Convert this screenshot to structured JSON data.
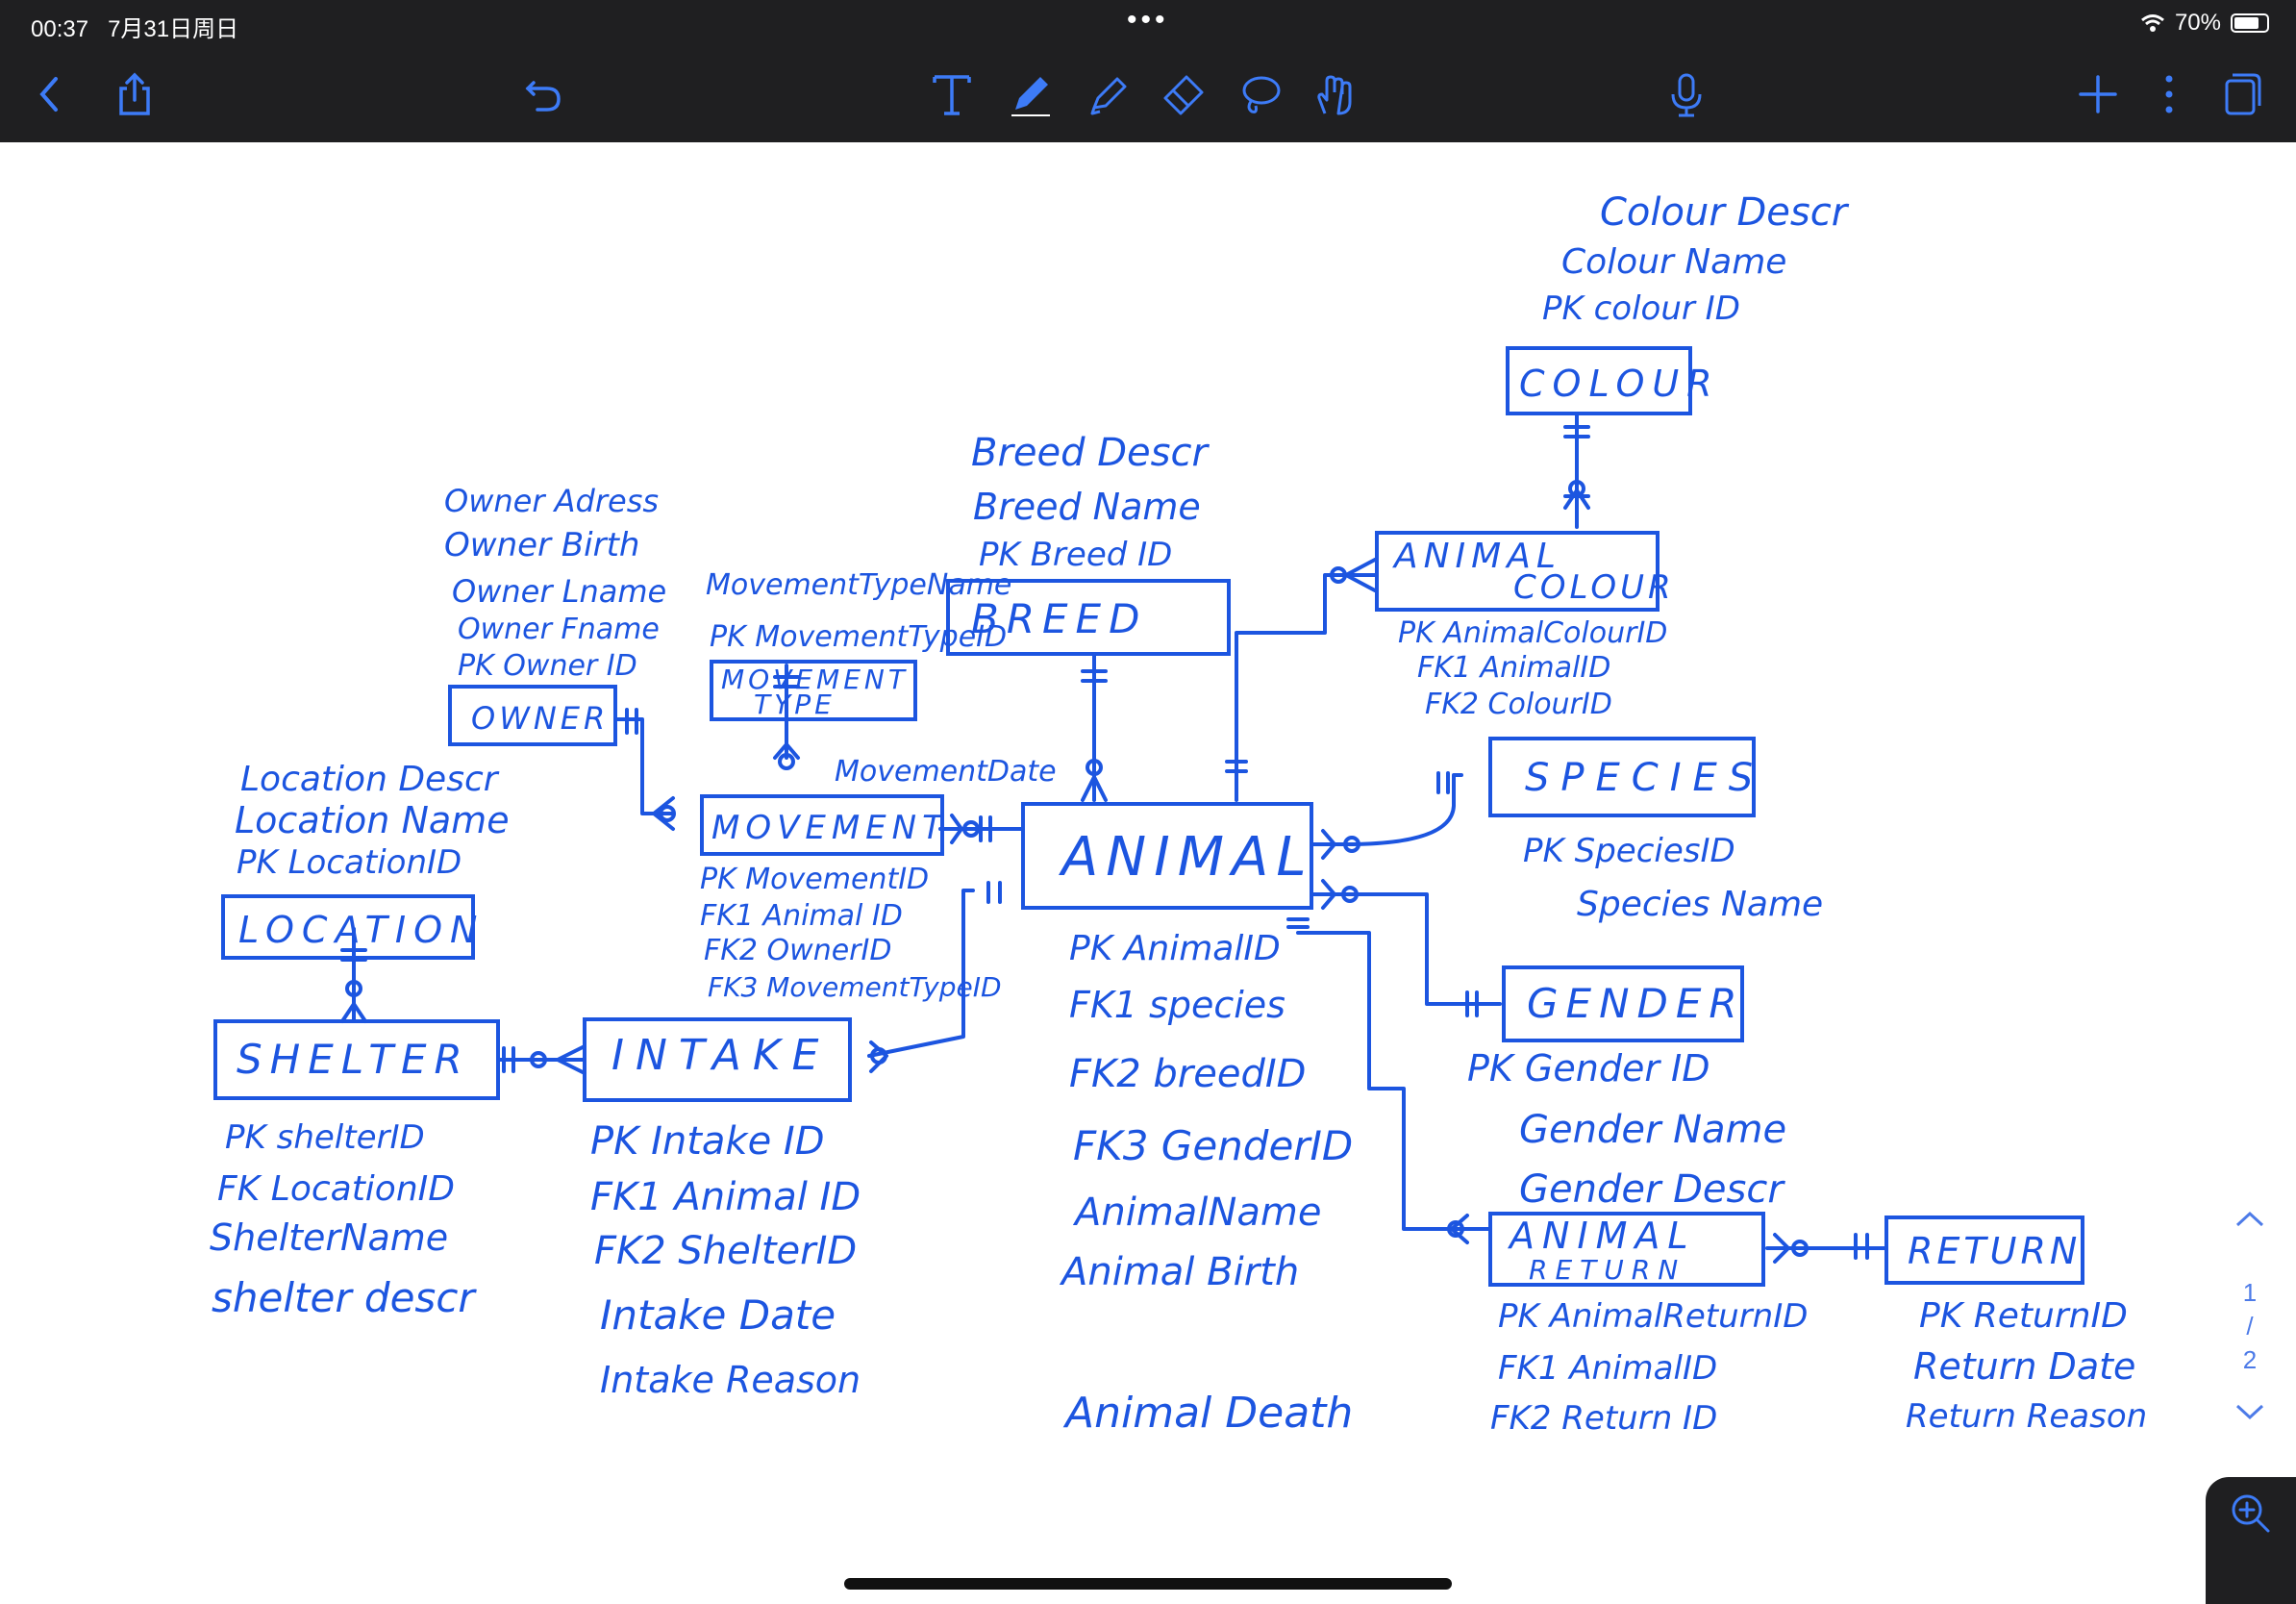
{
  "status_bar": {
    "time": "00:37",
    "date": "7月31日周日",
    "battery": "70%",
    "multitask_dots": "•••"
  },
  "toolbar": {
    "left": [
      "back-icon",
      "share-icon",
      "undo-icon"
    ],
    "tools": [
      "text-tool-icon",
      "pen-tool-icon",
      "highlighter-tool-icon",
      "eraser-tool-icon",
      "lasso-tool-icon",
      "hand-tool-icon"
    ],
    "right": [
      "microphone-icon",
      "add-icon",
      "more-icon",
      "pages-icon"
    ],
    "accent": "#1c55e0"
  },
  "pager": {
    "current": "1",
    "separator": "/",
    "total": "2"
  },
  "diagram": {
    "ink_color": "#1c55e0",
    "entities": {
      "colour": {
        "name": "COLOUR",
        "attrs": [
          "Colour Descr",
          "Colour Name",
          "PK colour ID"
        ]
      },
      "breed": {
        "name": "BREED",
        "attrs": [
          "Breed Descr",
          "Breed Name",
          "PK Breed ID"
        ]
      },
      "owner": {
        "name": "OWNER",
        "attrs": [
          "Owner Adress",
          "Owner Birth",
          "Owner Lname",
          "Owner Fname",
          "PK Owner ID"
        ]
      },
      "movement_type": {
        "name_1": "MOVEMENT",
        "name_2": "TYPE",
        "attrs": [
          "MovementTypeName",
          "PK MovementTypeID"
        ]
      },
      "animal_colour": {
        "name_1": "ANIMAL",
        "name_2": "COLOUR",
        "attrs": [
          "PK AnimalColourID",
          "FK1 AnimalID",
          "FK2 ColourID"
        ]
      },
      "species": {
        "name": "SPECIES",
        "attrs": [
          "PK SpeciesID",
          "Species Name"
        ]
      },
      "movement": {
        "name": "MOVEMENT",
        "extra": "MovementDate",
        "attrs": [
          "PK MovementID",
          "FK1 Animal ID",
          "FK2 OwnerID",
          "FK3 MovementTypeID"
        ]
      },
      "animal": {
        "name": "ANIMAL",
        "attrs": [
          "PK AnimalID",
          "FK1 species",
          "FK2 breedID",
          "FK3 GenderID",
          "AnimalName",
          "Animal Birth",
          "Animal Death"
        ]
      },
      "location": {
        "name": "LOCATION",
        "attrs": [
          "Location Descr",
          "Location Name",
          "PK LocationID"
        ]
      },
      "shelter": {
        "name": "SHELTER",
        "attrs": [
          "PK shelterID",
          "FK LocationID",
          "ShelterName",
          "shelter descr"
        ]
      },
      "intake": {
        "name": "INTAKE",
        "attrs": [
          "PK Intake ID",
          "FK1 Animal ID",
          "FK2 ShelterID",
          "Intake Date",
          "Intake Reason"
        ]
      },
      "gender": {
        "name": "GENDER",
        "attrs": [
          "PK Gender ID",
          "Gender Name",
          "Gender Descr"
        ]
      },
      "animal_return": {
        "name_1": "ANIMAL",
        "name_2": "RETURN",
        "attrs": [
          "PK AnimalReturnID",
          "FK1 AnimalID",
          "FK2 Return ID"
        ]
      },
      "return": {
        "name": "RETURN",
        "attrs": [
          "PK ReturnID",
          "Return Date",
          "Return Reason"
        ]
      }
    }
  }
}
